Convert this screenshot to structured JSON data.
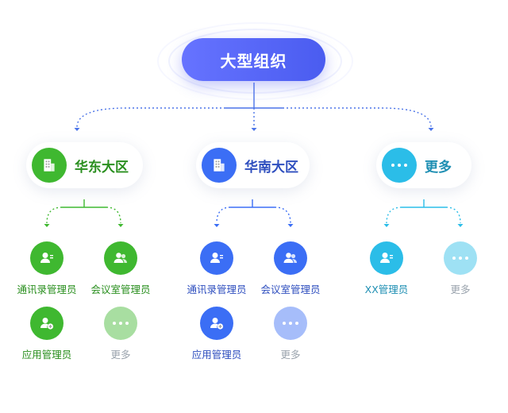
{
  "root": {
    "label": "大型组织"
  },
  "regions": [
    {
      "label": "华东大区",
      "icon": "building-icon",
      "color": "#3fb830",
      "text_color": "#2a8f1f",
      "roles": [
        {
          "label": "通讯录管理员",
          "icon": "user-list-icon"
        },
        {
          "label": "会议室管理员",
          "icon": "users-icon"
        },
        {
          "label": "应用管理员",
          "icon": "user-add-icon"
        },
        {
          "label": "更多",
          "icon": "more-icon",
          "faded": true
        }
      ]
    },
    {
      "label": "华南大区",
      "icon": "building-icon",
      "color": "#3b6ef5",
      "text_color": "#2f4fbf",
      "roles": [
        {
          "label": "通讯录管理员",
          "icon": "user-list-icon"
        },
        {
          "label": "会议室管理员",
          "icon": "users-icon"
        },
        {
          "label": "应用管理员",
          "icon": "user-add-icon"
        },
        {
          "label": "更多",
          "icon": "more-icon",
          "faded": true
        }
      ]
    },
    {
      "label": "更多",
      "icon": "more-icon",
      "color": "#2bbde8",
      "text_color": "#1f8fb3",
      "roles": [
        {
          "label": "XX管理员",
          "icon": "user-list-icon"
        },
        {
          "label": "更多",
          "icon": "more-icon",
          "faded": true
        }
      ]
    }
  ]
}
